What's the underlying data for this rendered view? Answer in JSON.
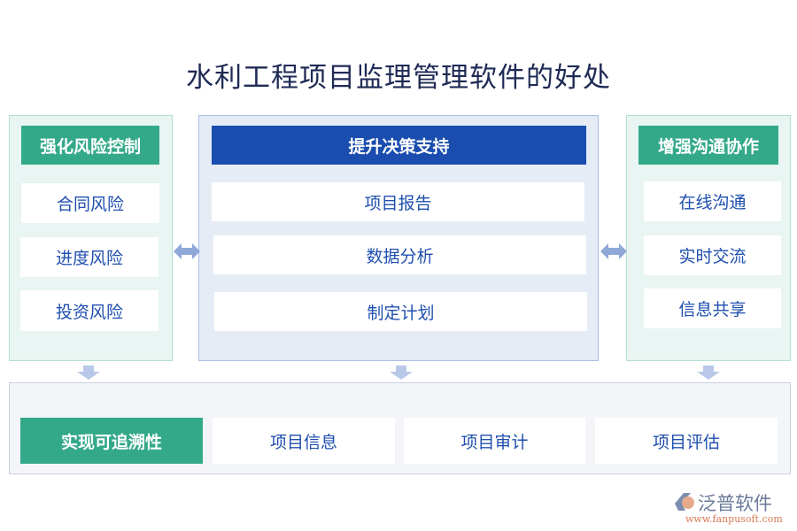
{
  "title": "水利工程项目监理管理软件的好处",
  "left": {
    "header": "强化风险控制",
    "items": [
      "合同风险",
      "进度风险",
      "投资风险"
    ]
  },
  "center": {
    "header": "提升决策支持",
    "items": [
      "项目报告",
      "数据分析",
      "制定计划"
    ]
  },
  "right": {
    "header": "增强沟通协作",
    "items": [
      "在线沟通",
      "实时交流",
      "信息共享"
    ]
  },
  "bottom": {
    "header": "实现可追溯性",
    "items": [
      "项目信息",
      "项目审计",
      "项目评估"
    ]
  },
  "logo": {
    "name": "泛普软件",
    "url": "www.fanpusoft.com"
  },
  "colors": {
    "green": "#33a98a",
    "blue": "#1a4daf",
    "text": "#1f4fae",
    "arrow": "#8fa8d8"
  }
}
